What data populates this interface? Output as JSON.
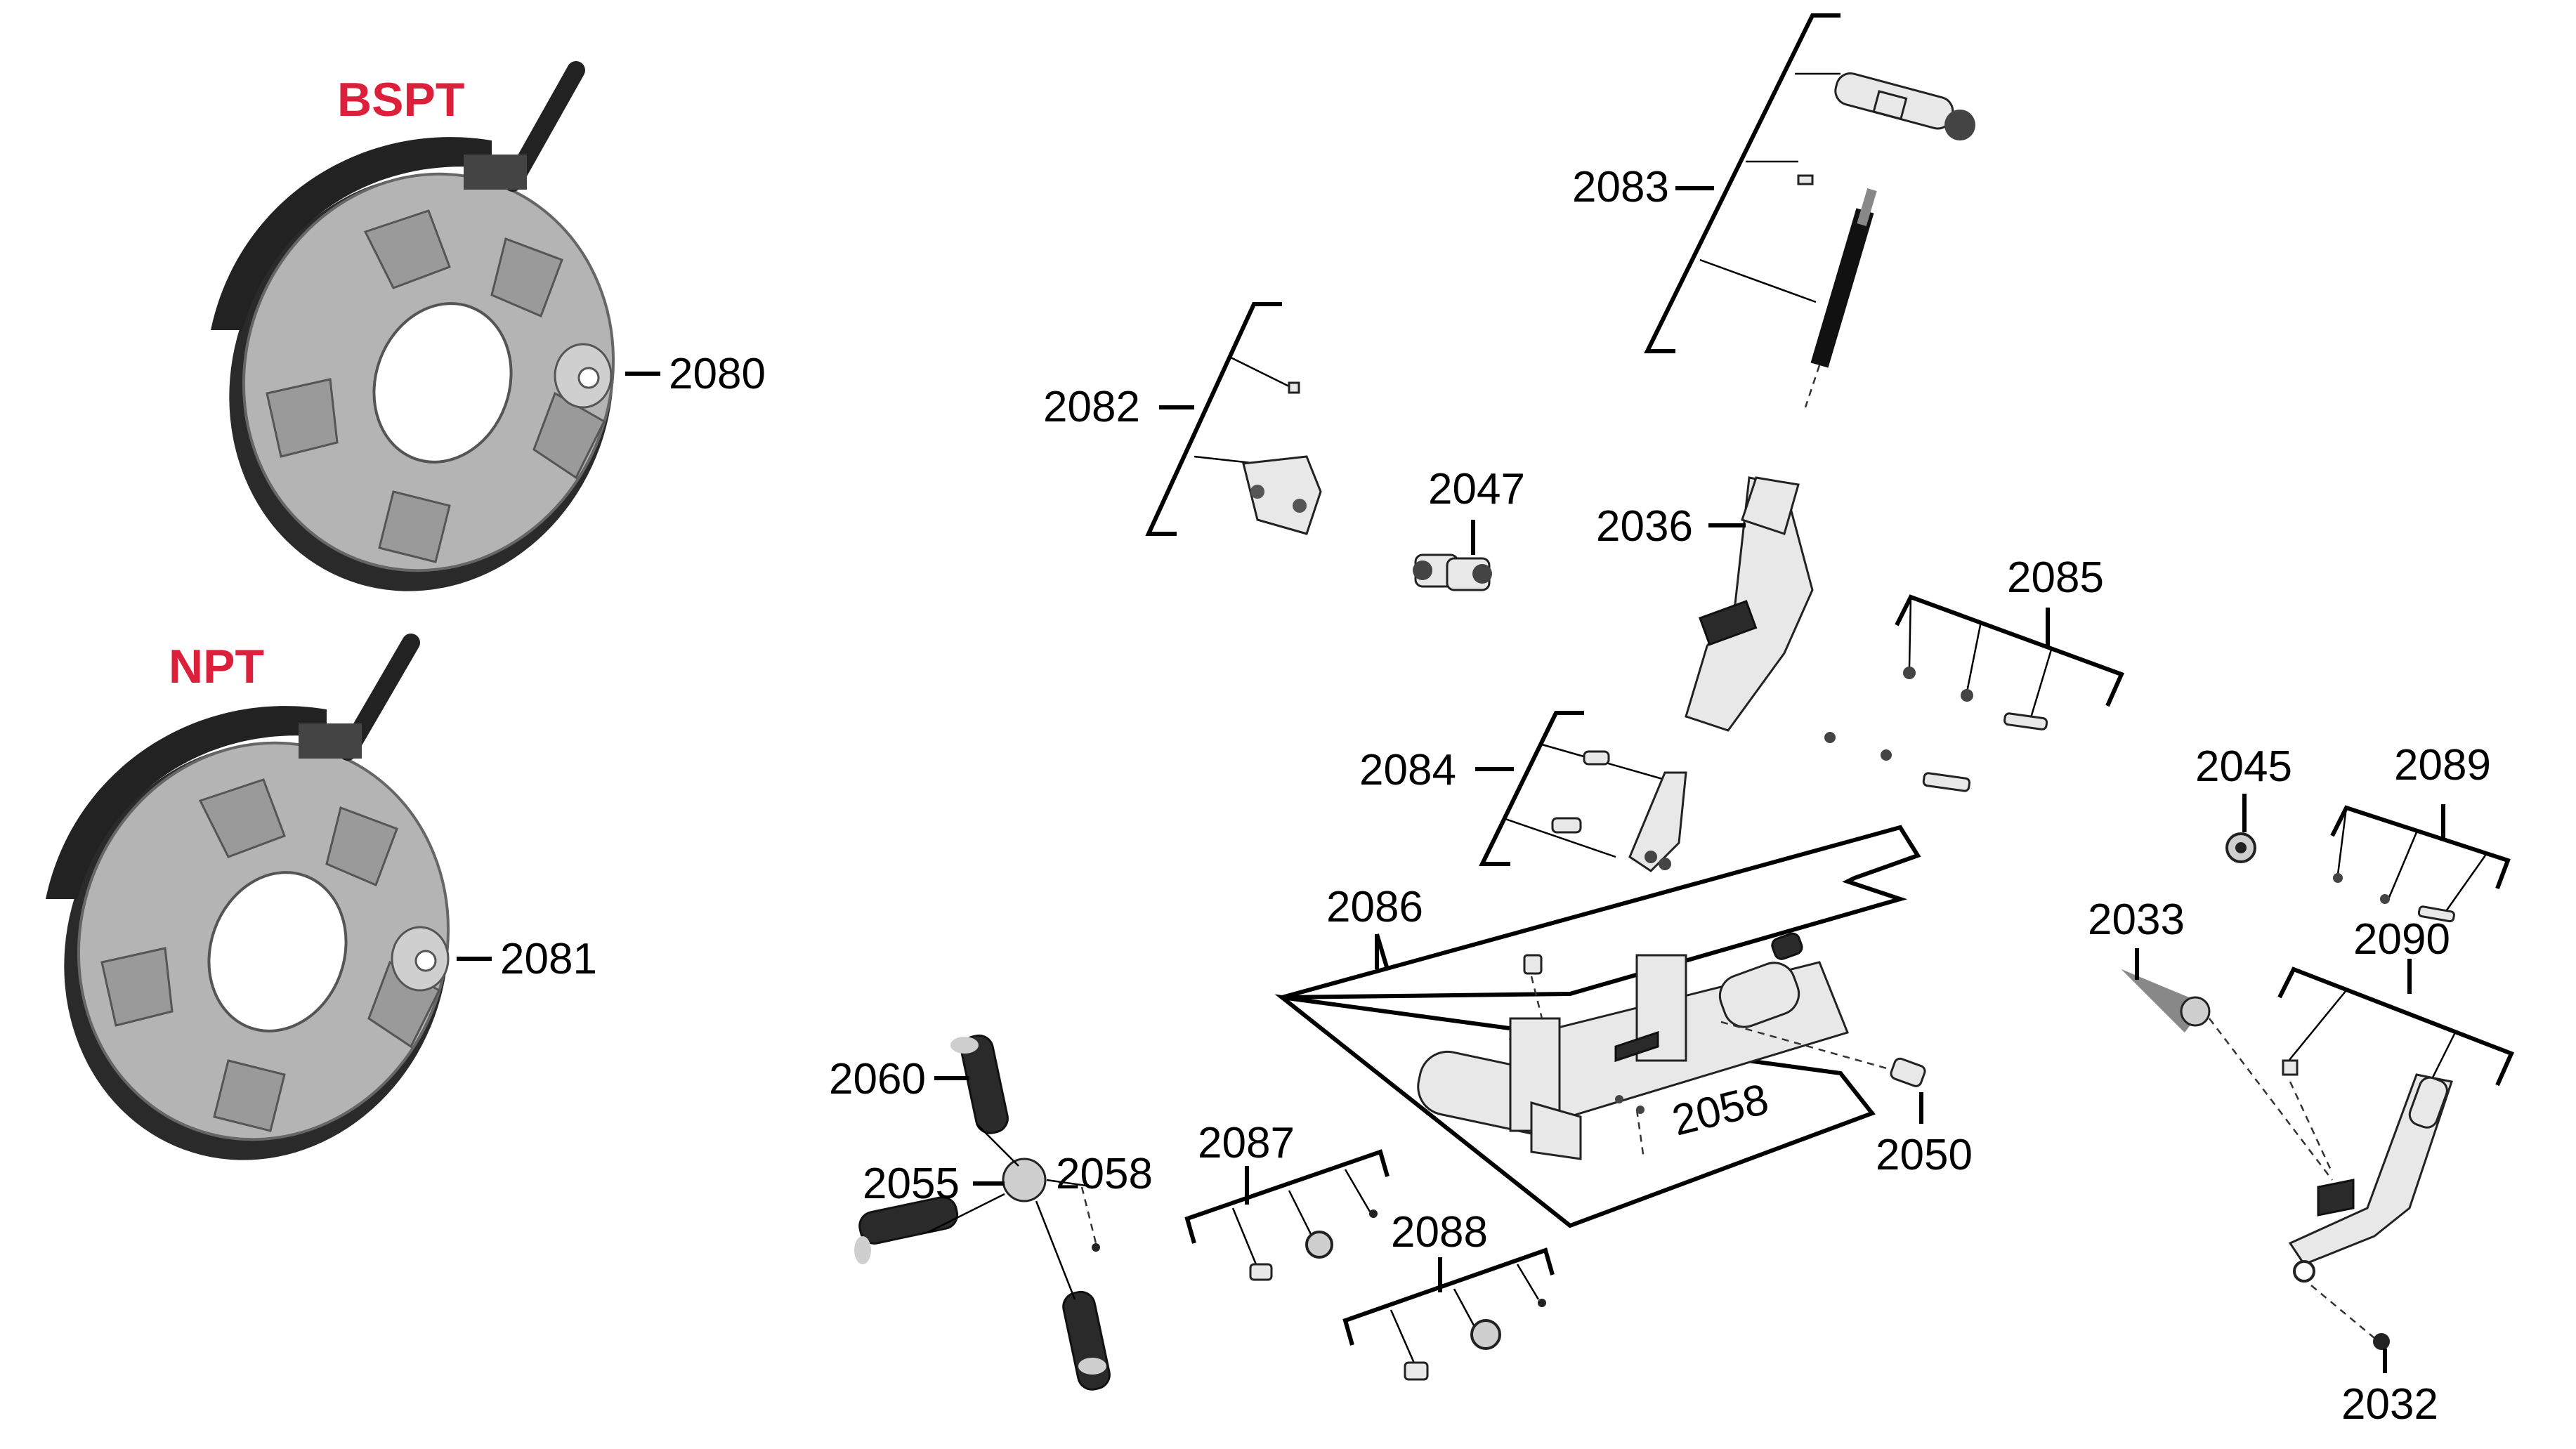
{
  "thread_types": {
    "bspt": "BSPT",
    "npt": "NPT"
  },
  "colors": {
    "thread_label": "#dc1f3a",
    "lines": "#000000",
    "die_head_body": "#b4b4b4",
    "handle": "#222222"
  },
  "part_numbers": {
    "p2080": "2080",
    "p2081": "2081",
    "p2082": "2082",
    "p2083": "2083",
    "p2047": "2047",
    "p2036": "2036",
    "p2085": "2085",
    "p2084": "2084",
    "p2045": "2045",
    "p2089": "2089",
    "p2086": "2086",
    "p2033": "2033",
    "p2090": "2090",
    "p2060": "2060",
    "p2055": "2055",
    "p2058a": "2058",
    "p2058b": "2058",
    "p2087": "2087",
    "p2050": "2050",
    "p2088": "2088",
    "p2032": "2032"
  }
}
